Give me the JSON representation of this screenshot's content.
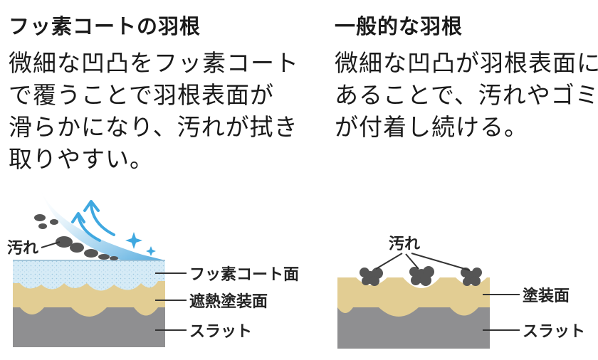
{
  "left": {
    "title": "フッ素コートの羽根",
    "description_lines": [
      "微細な凹凸をフッ素コート",
      "で覆うことで羽根表面が",
      "滑らかになり、汚れが拭き",
      "取りやすい。"
    ],
    "dirt_label": "汚れ",
    "layer_labels": {
      "fluorine": "フッ素コート面",
      "heat_shield": "遮熱塗装面",
      "slat": "スラット"
    }
  },
  "right": {
    "title": "一般的な羽根",
    "description_lines": [
      "微細な凹凸が羽根表面に",
      "あることで、汚れやゴミ",
      "が付着し続ける。"
    ],
    "dirt_label": "汚れ",
    "layer_labels": {
      "paint": "塗装面",
      "slat": "スラット"
    }
  },
  "colors": {
    "slat": "#8f8f91",
    "paint": "#e2cd93",
    "fluorine_coat": "#cfe6f3",
    "dirt": "#555555",
    "arrow_blue": "#3fa8e0"
  }
}
